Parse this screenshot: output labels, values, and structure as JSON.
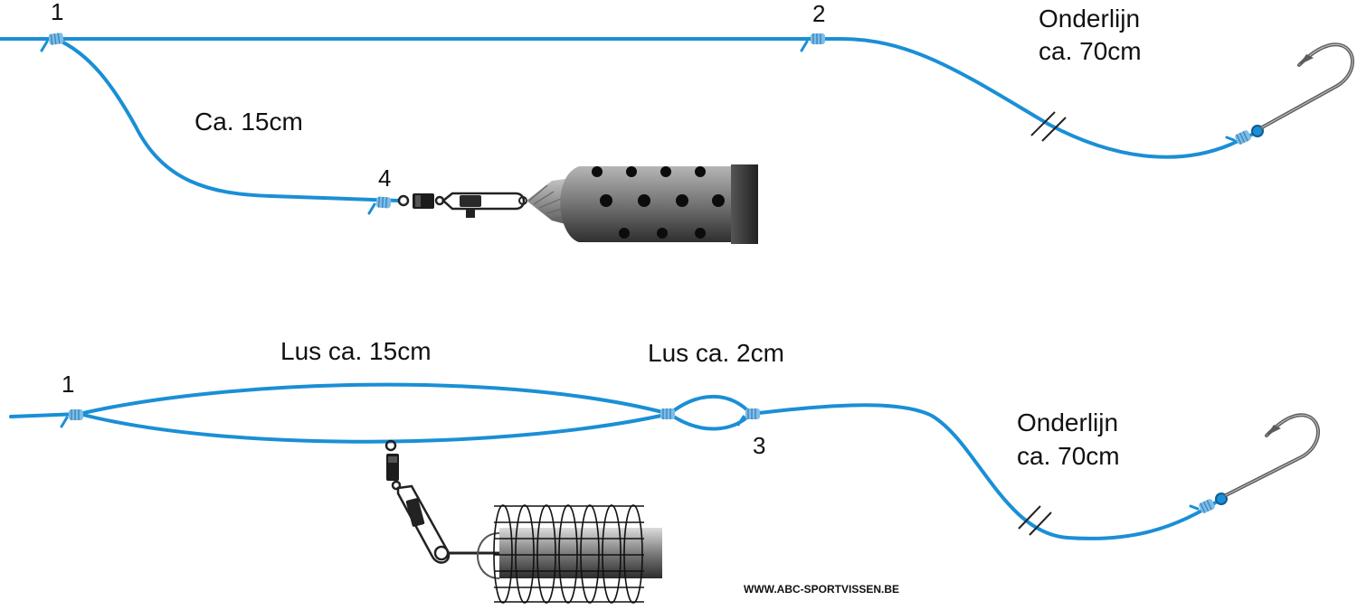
{
  "colors": {
    "line": "#1a8fd6",
    "knot": "#6bb4e0",
    "number": "#1e9a3c",
    "metal": "#555555",
    "feeder_light": "#9a9a9a",
    "feeder_dark": "#3a3a3a"
  },
  "top_rig": {
    "knot_1": "1",
    "knot_2": "2",
    "knot_4": "4",
    "dropper_length": "Ca. 15cm",
    "hooklength_line1": "Onderlijn",
    "hooklength_line2": "ca. 70cm"
  },
  "bottom_rig": {
    "knot_1": "1",
    "knot_3": "3",
    "loop_large": "Lus ca. 15cm",
    "loop_small": "Lus ca. 2cm",
    "hooklength_line1": "Onderlijn",
    "hooklength_line2": "ca. 70cm"
  },
  "watermark": "WWW.ABC-SPORTVISSEN.BE",
  "icons": [
    "hook-icon",
    "swivel-icon",
    "snap-icon",
    "method-feeder-icon",
    "cage-feeder-icon",
    "knot-icon",
    "break-mark-icon"
  ]
}
